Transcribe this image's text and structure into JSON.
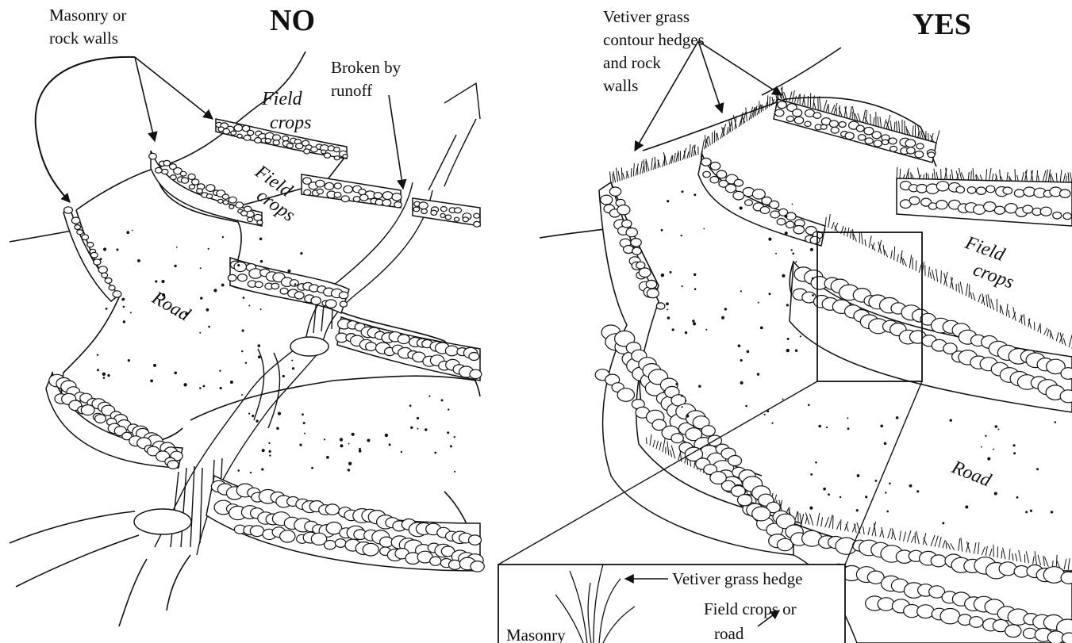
{
  "left": {
    "heading": "NO",
    "label_masonry_l1": "Masonry or",
    "label_masonry_l2": "rock walls",
    "label_broken_l1": "Broken by",
    "label_broken_l2": "runoff",
    "field1_l1": "Field",
    "field1_l2": "crops",
    "field2_l1": "Field",
    "field2_l2": "crops",
    "road": "Road"
  },
  "right": {
    "heading": "YES",
    "label_vetiver_l1": "Vetiver grass",
    "label_vetiver_l2": "contour hedges",
    "label_vetiver_l3": "and rock",
    "label_vetiver_l4": "walls",
    "field_l1": "Field",
    "field_l2": "crops",
    "road": "Road"
  },
  "inset": {
    "hedge_label": "Vetiver grass hedge",
    "field_l1": "Field crops or",
    "field_l2": "road",
    "masonry": "Masonry"
  }
}
